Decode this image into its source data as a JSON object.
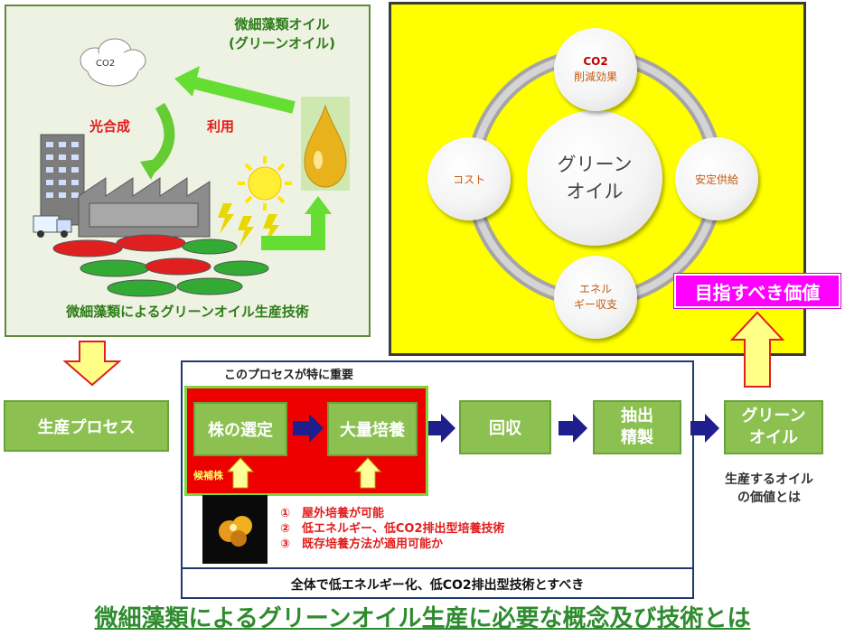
{
  "top_left": {
    "oil_title_line1": "微細藻類オイル",
    "oil_title_line2": "(グリーンオイル)",
    "co2_cloud": "CO2",
    "photosynthesis": "光合成",
    "usage": "利用",
    "caption": "微細藻類によるグリーンオイル生産技術"
  },
  "top_right": {
    "center_line1": "グリーン",
    "center_line2": "オイル",
    "co2_label": "CO2",
    "co2_effect": "削減効果",
    "cost": "コスト",
    "stable_supply": "安定供給",
    "energy_line1": "エネル",
    "energy_line2": "ギー収支"
  },
  "target_value": "目指すべき価値",
  "production_process": "生産プロセス",
  "process": {
    "important_note": "このプロセスが特に重要",
    "strain_selection": "株の選定",
    "mass_culture": "大量培養",
    "candidate_strain": "候補株",
    "recovery": "回収",
    "extraction_line1": "抽出",
    "extraction_line2": "精製",
    "conditions": [
      "①　屋外培養が可能",
      "②　低エネルギー、低CO2排出型培養技術",
      "③　既存培養方法が適用可能か"
    ],
    "summary": "全体で低エネルギー化、低CO2排出型技術とすべき"
  },
  "green_oil_output_line1": "グリーン",
  "green_oil_output_line2": "オイル",
  "oil_value_question_line1": "生産するオイル",
  "oil_value_question_line2": "の価値とは",
  "bottom_title": "微細藻類によるグリーンオイル生産に必要な概念及び技術とは",
  "colors": {
    "panel_bg": "#eef2e2",
    "yellow": "#ffff00",
    "process_green": "#8cc152",
    "red": "#e21b1b",
    "magenta": "#ff00ff",
    "title_green": "#2e8b2e"
  }
}
